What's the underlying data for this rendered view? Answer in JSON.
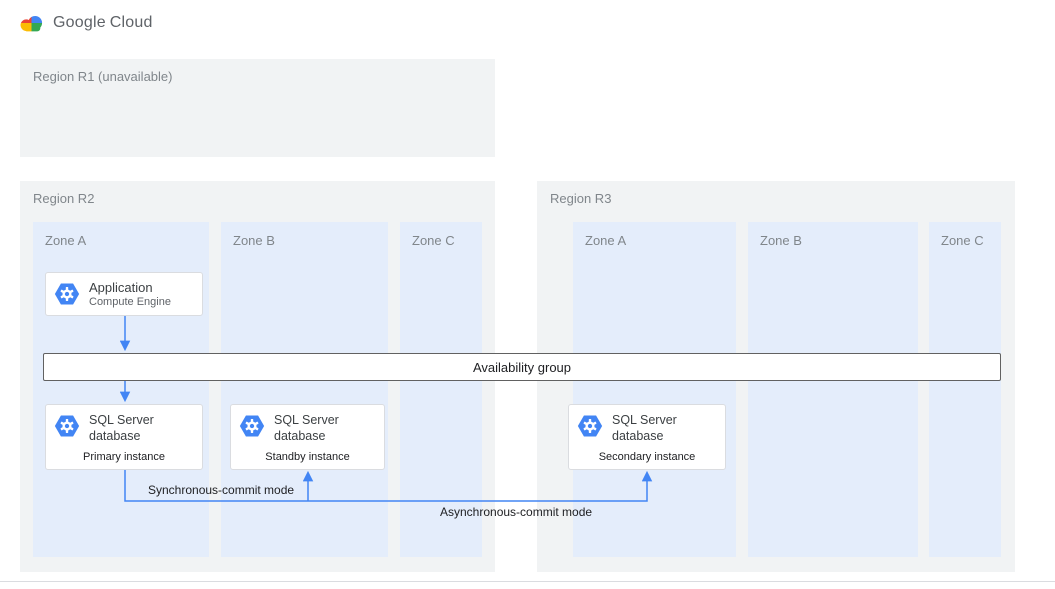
{
  "header": {
    "brand_google": "Google",
    "brand_cloud": "Cloud"
  },
  "regions": {
    "r1": {
      "label": "Region R1 (unavailable)"
    },
    "r2": {
      "label": "Region R2",
      "zones": {
        "a": "Zone A",
        "b": "Zone B",
        "c": "Zone C"
      }
    },
    "r3": {
      "label": "Region R3",
      "zones": {
        "a": "Zone A",
        "b": "Zone B",
        "c": "Zone C"
      }
    }
  },
  "cards": {
    "application": {
      "title": "Application",
      "subtitle": "Compute Engine"
    },
    "availability_group": "Availability group",
    "primary_db": {
      "title": "SQL Server database",
      "instance": "Primary instance"
    },
    "standby_db": {
      "title": "SQL Server database",
      "instance": "Standby instance"
    },
    "secondary_db": {
      "title": "SQL Server database",
      "instance": "Secondary instance"
    }
  },
  "connections": {
    "sync": "Synchronous-commit mode",
    "async": "Asynchronous-commit mode"
  },
  "icons": {
    "logo": "google-cloud-logo",
    "node_icon": "hexagon-gear"
  },
  "colors": {
    "arrow": "#4285f4",
    "region_bg": "#f1f3f4",
    "zone_bg": "#e4edfb",
    "icon_blue": "#4285f4",
    "logo_red": "#EA4335",
    "logo_blue": "#4285F4",
    "logo_yellow": "#FBBC05",
    "logo_green": "#34A853"
  }
}
